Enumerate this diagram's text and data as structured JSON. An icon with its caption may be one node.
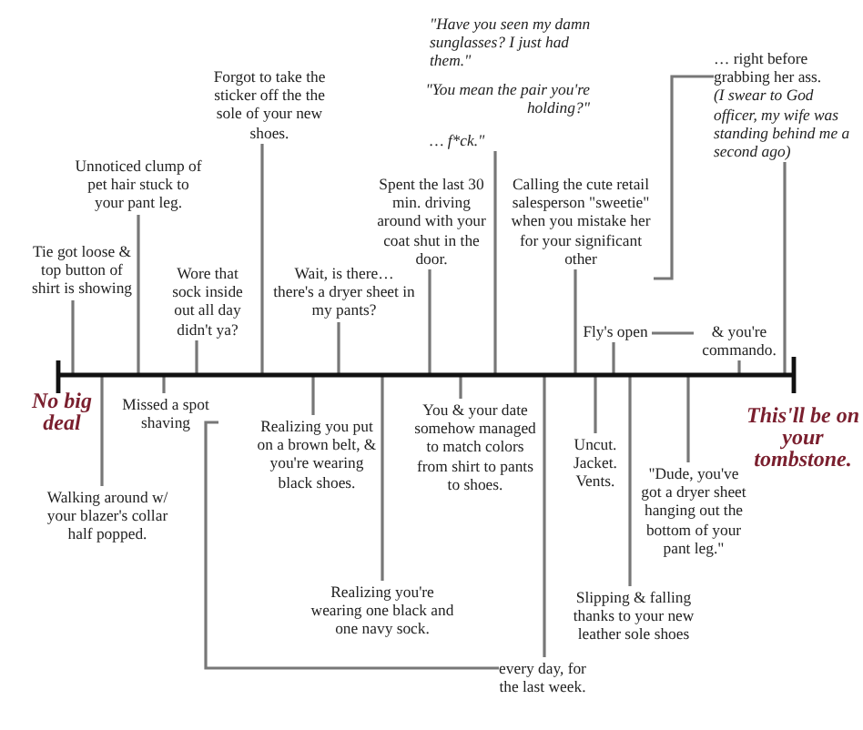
{
  "diagram": {
    "nodes": [
      {
        "text": [
          "… f*ck.\""
        ]
      },
      {
        "text": [
          "… right before grabbing her ass.",
          "(I swear to God officer, my wife was standing behind me a second ago)"
        ]
      },
      {
        "text": [
          "Forgot to take the sticker off the the sole of your new shoes."
        ]
      },
      {
        "text": [
          "Unnoticed clump of pet hair stuck to your pant leg."
        ]
      },
      {
        "text": [
          "Spent the last 30 min. driving around with your coat shut in the door."
        ]
      },
      {
        "text": [
          "Calling the cute retail salesperson \"sweetie\" when you mistake her for your significant other"
        ]
      },
      {
        "text": [
          "Tie got loose & top button of shirt is showing"
        ]
      },
      {
        "text": [
          "Wore that sock inside out all day didn't ya?"
        ]
      },
      {
        "text": [
          "Wait, is there… there's a dryer sheet in my pants?"
        ]
      },
      {
        "text": [
          "Fly's open"
        ]
      },
      {
        "text": [
          "& you're commando."
        ]
      },
      {
        "text": [],
        "shape": "bar"
      },
      {
        "text": [
          "Missed a spot shaving"
        ]
      },
      {
        "text": [
          "Walking around w/ your blazer's collar half popped."
        ]
      },
      {
        "text": [
          "Realizing you put on a brown belt, & you're wearing black shoes."
        ]
      },
      {
        "text": [
          "You & your date somehow managed to match colors from shirt to pants to shoes."
        ]
      },
      {
        "text": [
          "Uncut. Jacket. Vents."
        ]
      },
      {
        "text": [
          "\"Dude, you've got a dryer sheet hanging out the bottom of your pant leg.\""
        ]
      },
      {
        "text": [
          "Realizing you're wearing one black and one navy sock."
        ]
      },
      {
        "text": [
          "Slipping & falling thanks to your new leather sole shoes"
        ]
      },
      {
        "text": [
          "every day, for the last week."
        ]
      }
    ],
    "edges": [
      {
        "from": 0,
        "to": 11,
        "arrow": "none"
      },
      {
        "from": 1,
        "to": 11,
        "arrow": "none"
      },
      {
        "from": 2,
        "to": 11,
        "arrow": "none"
      },
      {
        "from": 3,
        "to": 11,
        "arrow": "none"
      },
      {
        "from": 4,
        "to": 11,
        "arrow": "none"
      },
      {
        "from": 5,
        "to": 11,
        "arrow": "none"
      },
      {
        "from": 5,
        "to": 1,
        "arrow": "none"
      },
      {
        "from": 6,
        "to": 11,
        "arrow": "none"
      },
      {
        "from": 7,
        "to": 11,
        "arrow": "none"
      },
      {
        "from": 8,
        "to": 11,
        "arrow": "none"
      },
      {
        "from": 9,
        "to": 11,
        "arrow": "none"
      },
      {
        "from": 9,
        "to": 10,
        "arrow": "none"
      },
      {
        "from": 10,
        "to": 11,
        "arrow": "none"
      },
      {
        "from": 12,
        "to": 11,
        "arrow": "none"
      },
      {
        "from": 12,
        "to": 20,
        "arrow": "none"
      },
      {
        "from": 13,
        "to": 11,
        "arrow": "none"
      },
      {
        "from": 14,
        "to": 11,
        "arrow": "none"
      },
      {
        "from": 15,
        "to": 11,
        "arrow": "none"
      },
      {
        "from": 16,
        "to": 11,
        "arrow": "none"
      },
      {
        "from": 17,
        "to": 11,
        "arrow": "none"
      },
      {
        "from": 18,
        "to": 11,
        "arrow": "none"
      },
      {
        "from": 19,
        "to": 11,
        "arrow": "none"
      },
      {
        "from": 20,
        "to": 11,
        "arrow": "none"
      }
    ],
    "labels": [
      "\"Have you seen my damn sunglasses? I just had them.\"",
      "\"You mean the pair you're holding?\"",
      "No big deal",
      "This'll be on your tombstone."
    ]
  }
}
